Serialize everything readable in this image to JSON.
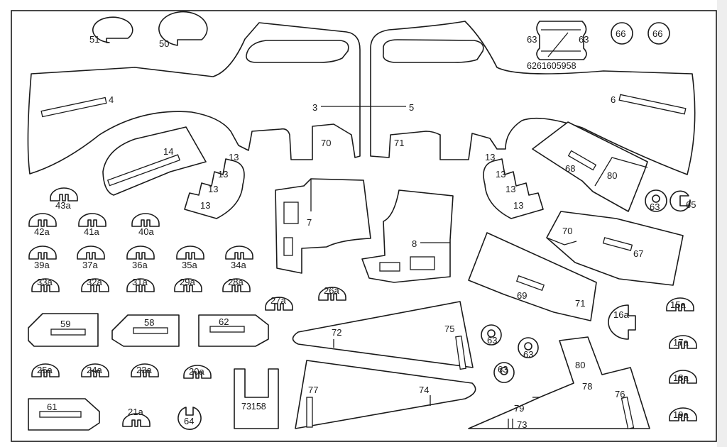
{
  "labels": {
    "l51": "51",
    "l50": "50",
    "l4": "4",
    "l3": "3",
    "l5": "5",
    "l6": "6",
    "l63a": "63",
    "l63b": "63",
    "l6258": "6261605958",
    "l66a": "66",
    "l66b": "66",
    "l14": "14",
    "l13a": "13",
    "l13b": "13",
    "l13c": "13",
    "l13d": "13",
    "l13e": "13",
    "l13f": "13",
    "l13g": "13",
    "l13h": "13",
    "l70a": "70",
    "l71a": "71",
    "l68": "68",
    "l80a": "80",
    "l63c": "63",
    "l65": "65",
    "l7": "7",
    "l8": "8",
    "l70b": "70",
    "l67": "67",
    "l69": "69",
    "l71b": "71",
    "l43a": "43a",
    "l42a": "42a",
    "l41a": "41a",
    "l40a": "40a",
    "l39a": "39a",
    "l37a": "37a",
    "l36a": "36a",
    "l35a": "35a",
    "l34a": "34a",
    "l33a": "33a",
    "l32a": "32a",
    "l31a": "31a",
    "l29a": "29a",
    "l28a": "28a",
    "l27a": "27a",
    "l26a": "26a",
    "l59": "59",
    "l58": "58",
    "l62": "62",
    "l72": "72",
    "l75": "75",
    "l63d": "63",
    "l63e": "63",
    "l63f": "63",
    "l16a": "16a",
    "l15a": "15a",
    "l17a": "17a",
    "l18a": "18a",
    "l19a": "19a",
    "l25a": "25a",
    "l24a": "24a",
    "l23a": "23a",
    "l20a": "20a",
    "l73158": "73158",
    "l77": "77",
    "l74": "74",
    "l80b": "80",
    "l78": "78",
    "l76": "76",
    "l79": "79",
    "l73": "73",
    "l61": "61",
    "l21a": "21a",
    "l64": "64"
  }
}
